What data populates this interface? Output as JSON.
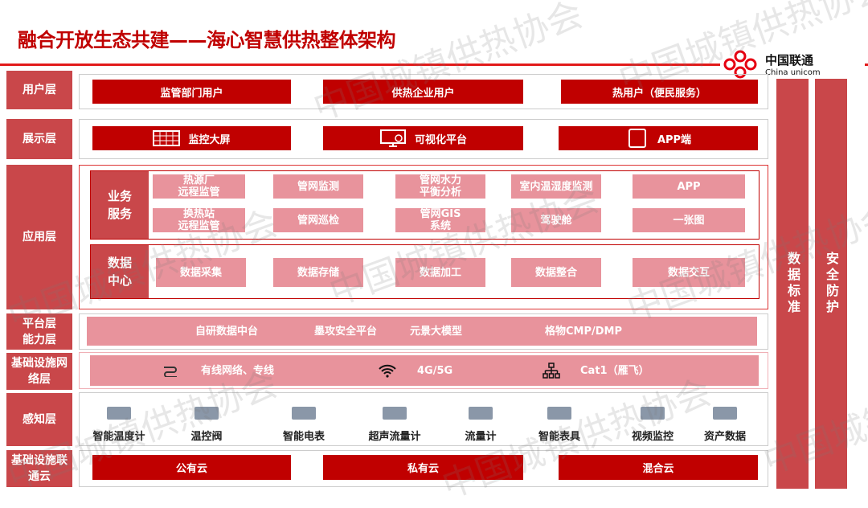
{
  "title": "融合开放生态共建——海心智慧供热整体架构",
  "logo": {
    "cn": "中国联通",
    "en": "China unicom"
  },
  "watermark": "中国城镇供热协会",
  "layers": {
    "user": {
      "label": "用户层",
      "items": [
        "监管部门用户",
        "供热企业用户",
        "热用户（便民服务）"
      ]
    },
    "display": {
      "label": "展示层",
      "items": [
        "监控大屏",
        "可视化平台",
        "APP端"
      ]
    },
    "app": {
      "label": "应用层",
      "business": {
        "label": "业务服务",
        "items": [
          [
            "热源厂",
            "远程监管"
          ],
          [
            "管网监测"
          ],
          [
            "管网水力",
            "平衡分析"
          ],
          [
            "室内温湿度监测"
          ],
          [
            "APP"
          ],
          [
            "换热站",
            "远程监管"
          ],
          [
            "管网巡检"
          ],
          [
            "管网GIS",
            "系统"
          ],
          [
            "驾驶舱"
          ],
          [
            "一张图"
          ]
        ]
      },
      "datacenter": {
        "label": "数据中心",
        "items": [
          "数据采集",
          "数据存储",
          "数据加工",
          "数据整合",
          "数据交互"
        ]
      }
    },
    "platform": {
      "label": "平台层能力层",
      "items": [
        "自研数据中台",
        "墨攻安全平台",
        "元景大模型",
        "格物CMP/DMP"
      ]
    },
    "network": {
      "label": "基础设施网络层",
      "items": [
        "有线网络、专线",
        "4G/5G",
        "Cat1（雁飞）"
      ]
    },
    "sensing": {
      "label": "感知层",
      "items": [
        "智能温度计",
        "温控阀",
        "智能电表",
        "超声流量计",
        "流量计",
        "智能表具",
        "视频监控",
        "资产数据"
      ]
    },
    "cloud": {
      "label": "基础设施联通云",
      "items": [
        "公有云",
        "私有云",
        "混合云"
      ]
    }
  },
  "side": {
    "data_standard": "数据标准",
    "security": "安全防护"
  }
}
